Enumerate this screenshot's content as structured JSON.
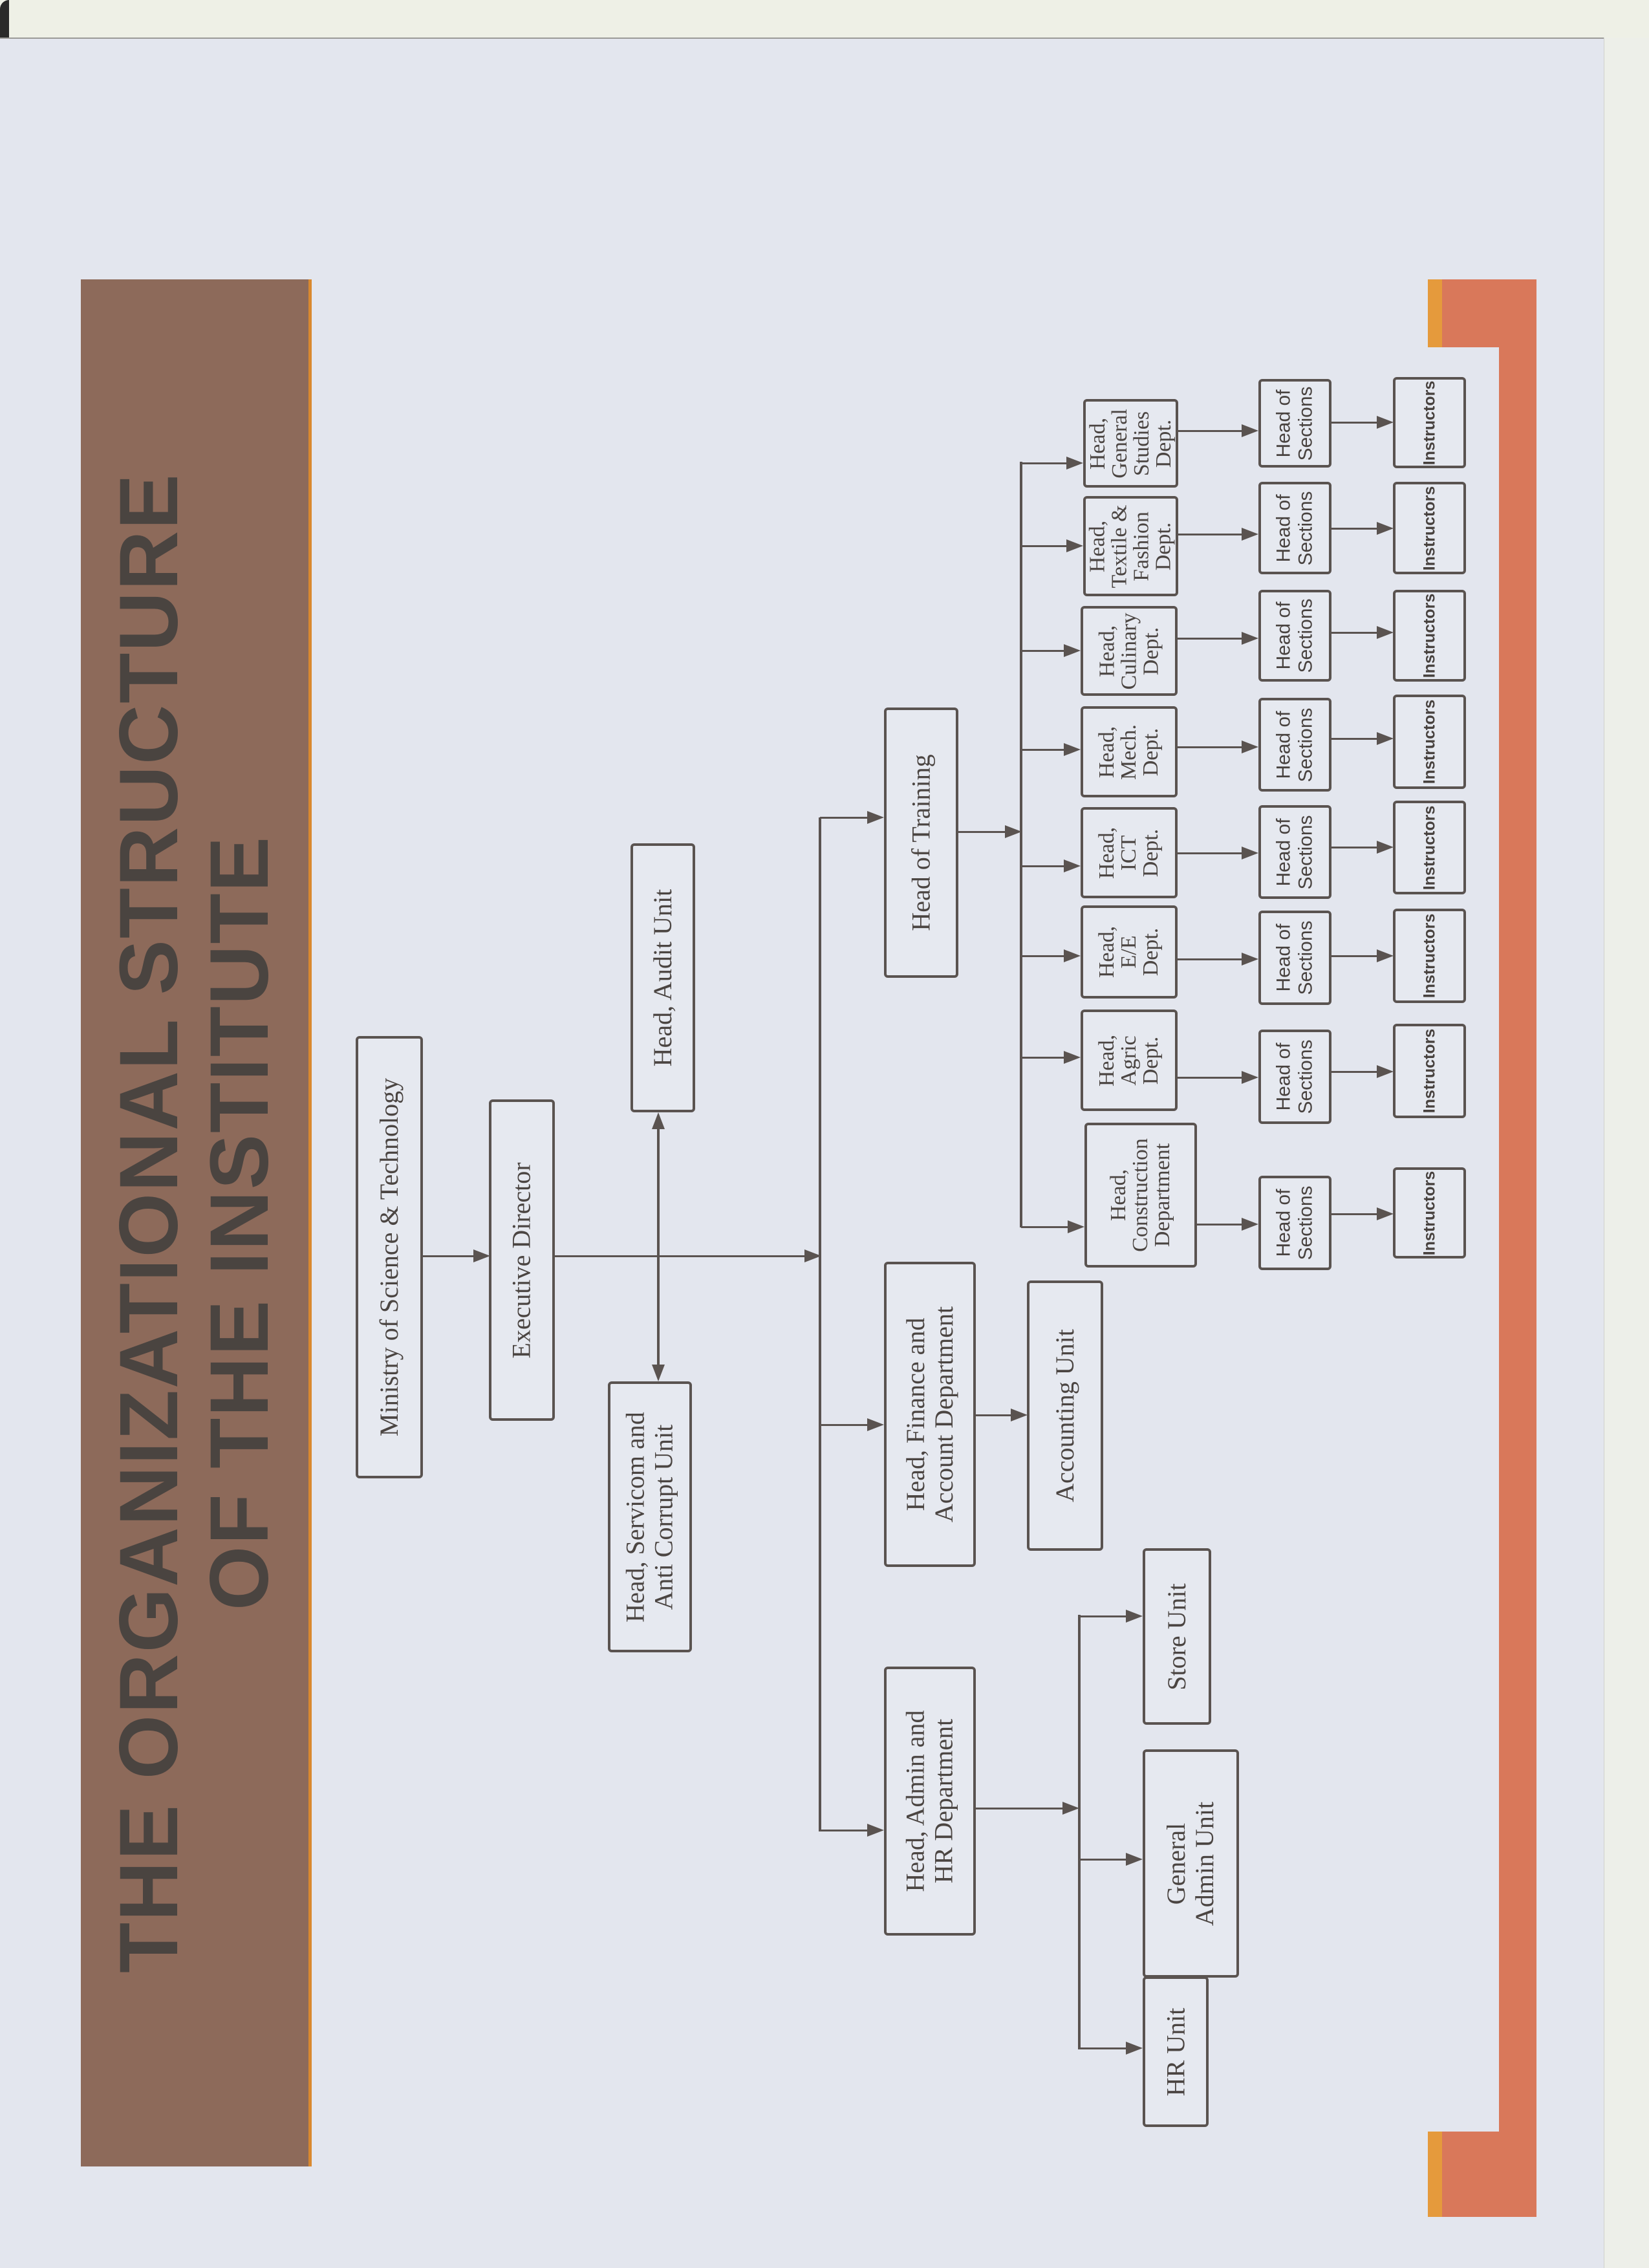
{
  "title": {
    "line1": "THE ORGANIZATIONAL STRUCTURE",
    "line2": "OF THE INSTITUTE"
  },
  "colors": {
    "title_band": "#8d6a5a",
    "title_text": "#4a4440",
    "accent_orange": "#d9785a",
    "accent_yellow": "#e59a3c",
    "box_border": "#5a5350",
    "paper": "#e3e6ee"
  },
  "chart": {
    "top": {
      "ministry": "Ministry of Science & Technology",
      "executive_director": "Executive Director",
      "audit_unit": "Head, Audit Unit",
      "servicom_unit": "Head, Servicom and\nAnti Corrupt Unit"
    },
    "heads": {
      "training": "Head of Training",
      "finance": "Head, Finance and\nAccount Department",
      "admin": "Head, Admin and\nHR Department"
    },
    "finance_units": {
      "accounting": "Accounting Unit"
    },
    "admin_units": {
      "store": "Store Unit",
      "general_admin": "General\nAdmin Unit",
      "hr": "HR Unit"
    },
    "training_departments": [
      {
        "label": "Head,\nGeneral\nStudies\nDept.",
        "sections": "Head of\nSections",
        "instructors": "Instructors"
      },
      {
        "label": "Head,\nTextile &\nFashion\nDept.",
        "sections": "Head of\nSections",
        "instructors": "Instructors"
      },
      {
        "label": "Head,\nCulinary\nDept.",
        "sections": "Head of\nSections",
        "instructors": "Instructors"
      },
      {
        "label": "Head,\nMech.\nDept.",
        "sections": "Head of\nSections",
        "instructors": "Instructors"
      },
      {
        "label": "Head,\nICT\nDept.",
        "sections": "Head of\nSections",
        "instructors": "Instructors"
      },
      {
        "label": "Head,\nE/E\nDept.",
        "sections": "Head of\nSections",
        "instructors": "Instructors"
      },
      {
        "label": "Head,\nAgric\nDept.",
        "sections": "Head of\nSections",
        "instructors": "Instructors"
      },
      {
        "label": "Head,\nConstruction\nDepartment",
        "sections": "Head of\nSections",
        "instructors": "Instructors"
      }
    ]
  }
}
